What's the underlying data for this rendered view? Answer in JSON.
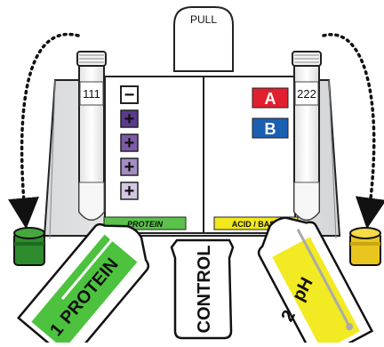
{
  "pull_tab": {
    "label": "PULL"
  },
  "tubes": {
    "left_label": "111",
    "right_label": "222"
  },
  "protein_panel": {
    "symbols": [
      "−",
      "+",
      "+",
      "+",
      "+"
    ],
    "colors": [
      "#ffffff",
      "#5b3a8e",
      "#7c5ba6",
      "#a58cc4",
      "#d5c7e4"
    ],
    "label": "PROTEIN",
    "label_color": "#5ac24a"
  },
  "acid_base_panel": {
    "badge_a": "A",
    "badge_a_color": "#e0202e",
    "badge_b": "B",
    "badge_b_color": "#1b5fb0",
    "label": "ACID / BASE",
    "label_color": "#f2e81c"
  },
  "caps": {
    "left_color": "#2d8c2d",
    "right_color": "#e8c61e"
  },
  "cards": {
    "protein": {
      "number": "1",
      "word": "PROTEIN",
      "color": "#4cc23e"
    },
    "control": {
      "word": "CONTROL"
    },
    "ph": {
      "number": "2",
      "word": "pH",
      "color": "#f2ea22"
    }
  }
}
